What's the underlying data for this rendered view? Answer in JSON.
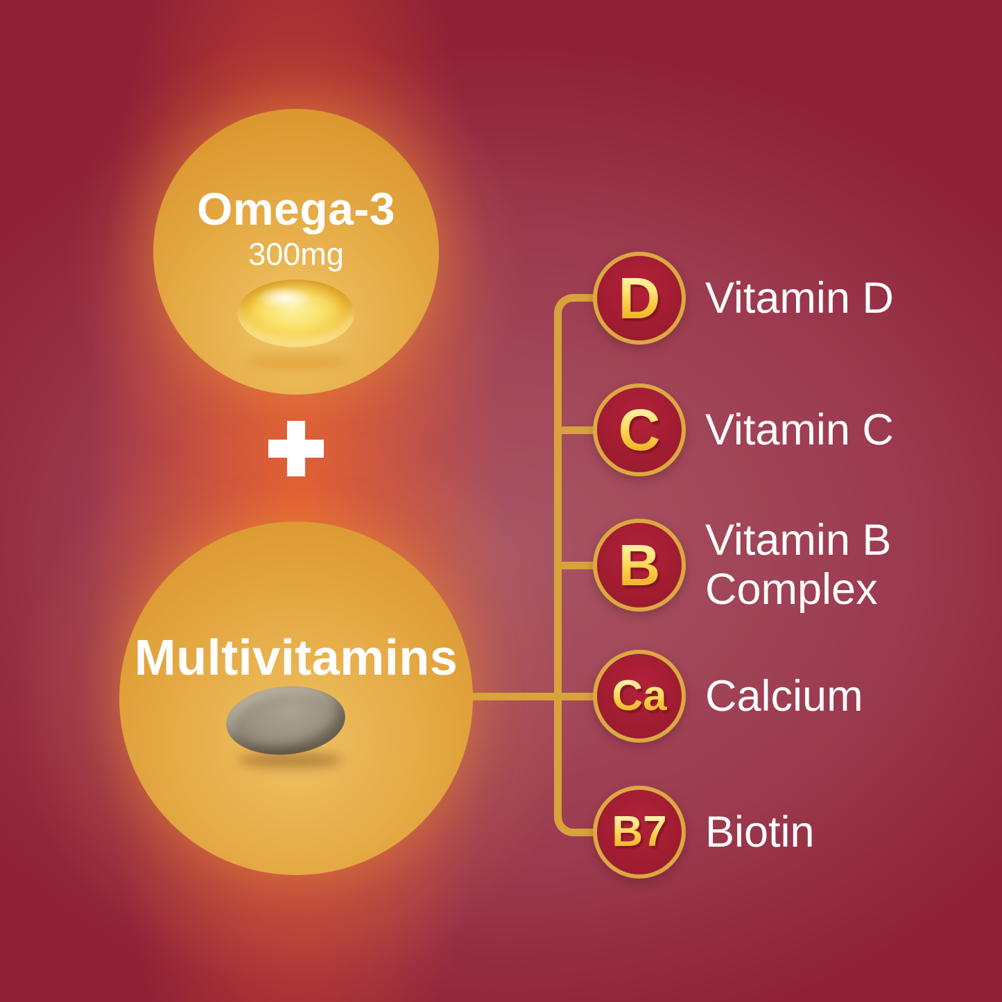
{
  "infographic": {
    "omega": {
      "title": "Omega-3",
      "dose": "300mg"
    },
    "plus_symbol": "+",
    "multivitamins": {
      "title": "Multivitamins"
    }
  },
  "nutrients": [
    {
      "symbol": "D",
      "label": "Vitamin D"
    },
    {
      "symbol": "C",
      "label": "Vitamin C"
    },
    {
      "symbol": "B",
      "label": "Vitamin B Complex"
    },
    {
      "symbol": "Ca",
      "label": "Calcium"
    },
    {
      "symbol": "B7",
      "label": "Biotin"
    }
  ],
  "icons": {
    "plus": "plus-icon",
    "softgel": "softgel-capsule-icon",
    "tablet": "tablet-icon"
  },
  "colors": {
    "background_maroon": "#8e2136",
    "glow_orange": "#e05938",
    "circle_orange": "#df9c33",
    "connector_gold": "#d8a33c",
    "badge_red": "#a51e33",
    "badge_ring_gold": "#dca843",
    "symbol_gold": "#f7c93e",
    "text_white": "#ffffff"
  }
}
